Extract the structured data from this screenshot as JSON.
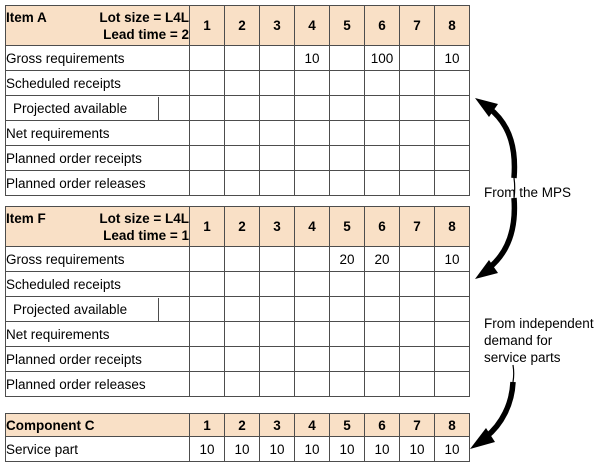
{
  "tables": [
    {
      "id": "item-a",
      "title": "Item A",
      "meta_line1": "Lot size = L4L",
      "meta_line2": "Lead time = 2",
      "periods": [
        "1",
        "2",
        "3",
        "4",
        "5",
        "6",
        "7",
        "8"
      ],
      "rows": [
        {
          "label": "Gross requirements",
          "values": [
            "",
            "",
            "",
            "10",
            "",
            "100",
            "",
            "10"
          ]
        },
        {
          "label": "Scheduled receipts",
          "values": [
            "",
            "",
            "",
            "",
            "",
            "",
            "",
            ""
          ]
        },
        {
          "label": "Projected available",
          "values": [
            "",
            "",
            "",
            "",
            "",
            "",
            "",
            ""
          ],
          "split": true
        },
        {
          "label": "Net requirements",
          "values": [
            "",
            "",
            "",
            "",
            "",
            "",
            "",
            ""
          ]
        },
        {
          "label": "Planned order receipts",
          "values": [
            "",
            "",
            "",
            "",
            "",
            "",
            "",
            ""
          ]
        },
        {
          "label": "Planned order releases",
          "values": [
            "",
            "",
            "",
            "",
            "",
            "",
            "",
            ""
          ]
        }
      ]
    },
    {
      "id": "item-f",
      "title": "Item F",
      "meta_line1": "Lot size = L4L",
      "meta_line2": "Lead time = 1",
      "periods": [
        "1",
        "2",
        "3",
        "4",
        "5",
        "6",
        "7",
        "8"
      ],
      "rows": [
        {
          "label": "Gross requirements",
          "values": [
            "",
            "",
            "",
            "",
            "20",
            "20",
            "",
            "10"
          ]
        },
        {
          "label": "Scheduled receipts",
          "values": [
            "",
            "",
            "",
            "",
            "",
            "",
            "",
            ""
          ]
        },
        {
          "label": "Projected available",
          "values": [
            "",
            "",
            "",
            "",
            "",
            "",
            "",
            ""
          ],
          "split": true
        },
        {
          "label": "Net requirements",
          "values": [
            "",
            "",
            "",
            "",
            "",
            "",
            "",
            ""
          ]
        },
        {
          "label": "Planned order receipts",
          "values": [
            "",
            "",
            "",
            "",
            "",
            "",
            "",
            ""
          ]
        },
        {
          "label": "Planned order releases",
          "values": [
            "",
            "",
            "",
            "",
            "",
            "",
            "",
            ""
          ]
        }
      ]
    }
  ],
  "component_table": {
    "id": "component-c",
    "title": "Component C",
    "periods": [
      "1",
      "2",
      "3",
      "4",
      "5",
      "6",
      "7",
      "8"
    ],
    "rows": [
      {
        "label": "Service part",
        "values": [
          "10",
          "10",
          "10",
          "10",
          "10",
          "10",
          "10",
          "10"
        ]
      }
    ]
  },
  "annotations": [
    {
      "id": "mps",
      "text": "From the MPS"
    },
    {
      "id": "independent",
      "line1": "From independent",
      "line2": "demand for",
      "line3": "service parts"
    }
  ],
  "colors": {
    "header_fill": "#f9e0c6",
    "border": "#4d4d4d",
    "arrow": "#000000",
    "text": "#000000"
  }
}
